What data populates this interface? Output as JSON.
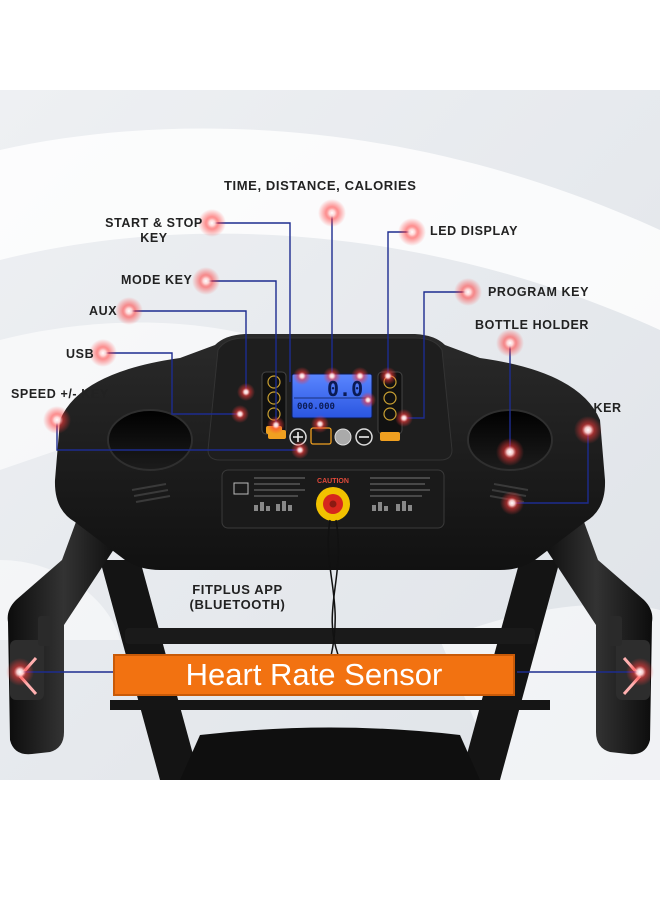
{
  "labels": {
    "time_distance_calories": "TIME, DISTANCE, CALORIES",
    "start_stop_key_line1": "START & STOP",
    "start_stop_key_line2": "KEY",
    "led_display": "LED DISPLAY",
    "mode_key": "MODE KEY",
    "program_key": "PROGRAM KEY",
    "aux": "AUX",
    "bottle_holder": "BOTTLE HOLDER",
    "usb": "USB",
    "speed_key": "SPEED +/- KEY",
    "speaker": "SPEAKER",
    "app_line1": "FITPLUS APP",
    "app_line2": "(BLUETOOTH)"
  },
  "banner": {
    "text": "Heart Rate Sensor"
  },
  "console": {
    "lcd_main_value": "0.0",
    "lcd_secondary_value": "000.000",
    "caution_label": "CAUTION"
  },
  "colors": {
    "callout_line": "#1d2c8f",
    "marker_glow": "#ff2d2d",
    "banner_fill": "#f27211",
    "console_body": "#1b1b1b",
    "lcd_screen": "#3c6cff",
    "buttons": "#f0a020"
  }
}
